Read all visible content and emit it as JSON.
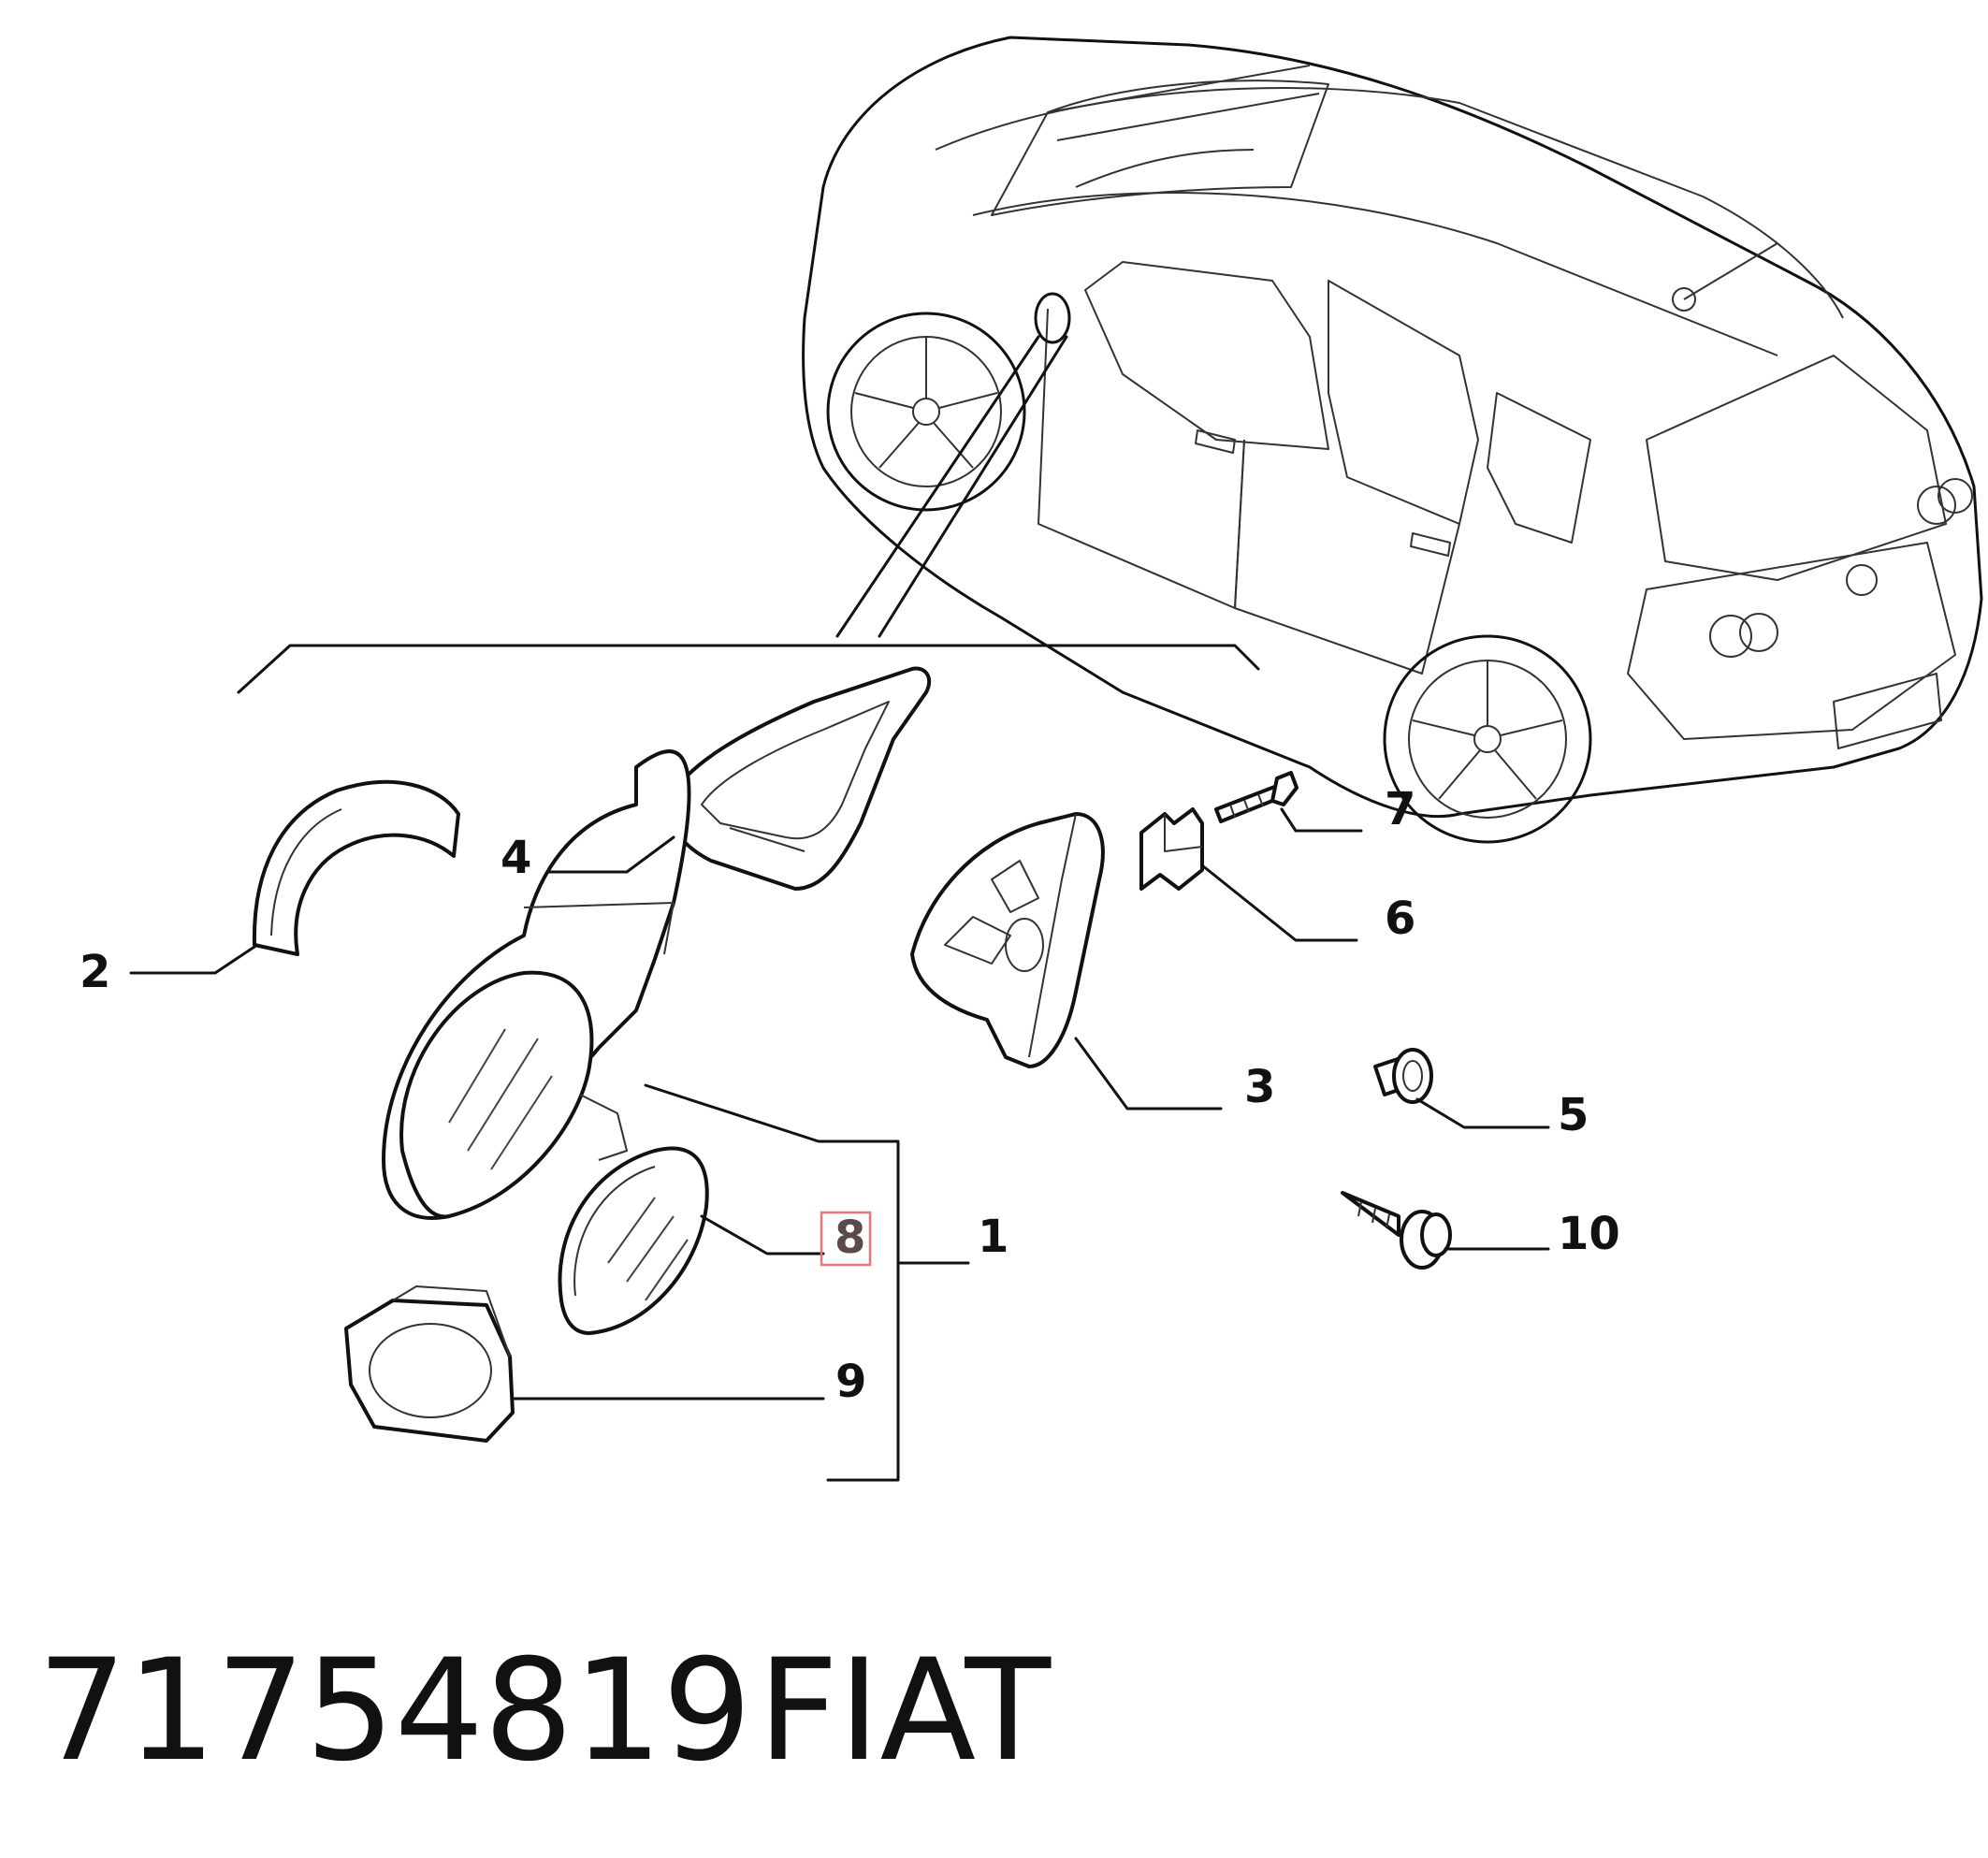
{
  "diagram": {
    "callouts": [
      {
        "id": "1",
        "text": "1"
      },
      {
        "id": "2",
        "text": "2"
      },
      {
        "id": "3",
        "text": "3"
      },
      {
        "id": "4",
        "text": "4"
      },
      {
        "id": "5",
        "text": "5"
      },
      {
        "id": "6",
        "text": "6"
      },
      {
        "id": "7",
        "text": "7"
      },
      {
        "id": "8",
        "text": "8"
      },
      {
        "id": "9",
        "text": "9"
      },
      {
        "id": "10",
        "text": "10"
      }
    ],
    "highlighted_callout": "8",
    "highlight_color": "#e8747c"
  },
  "footer": {
    "part_number": "71754819",
    "brand": "FIAT"
  }
}
